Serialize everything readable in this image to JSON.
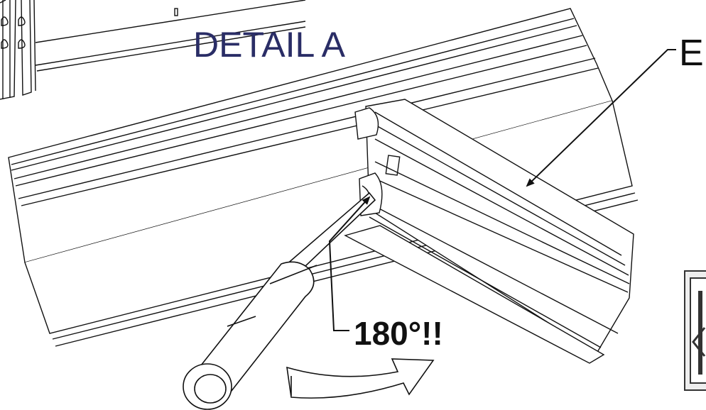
{
  "diagram": {
    "detail_title": "DETAIL A",
    "part_label": "E",
    "rotation_note": "180°!!"
  },
  "colors": {
    "detail_title": "#2a2d66",
    "line": "#111111",
    "stroke_fill": "#ffffff",
    "panel_frame": "#333333"
  }
}
